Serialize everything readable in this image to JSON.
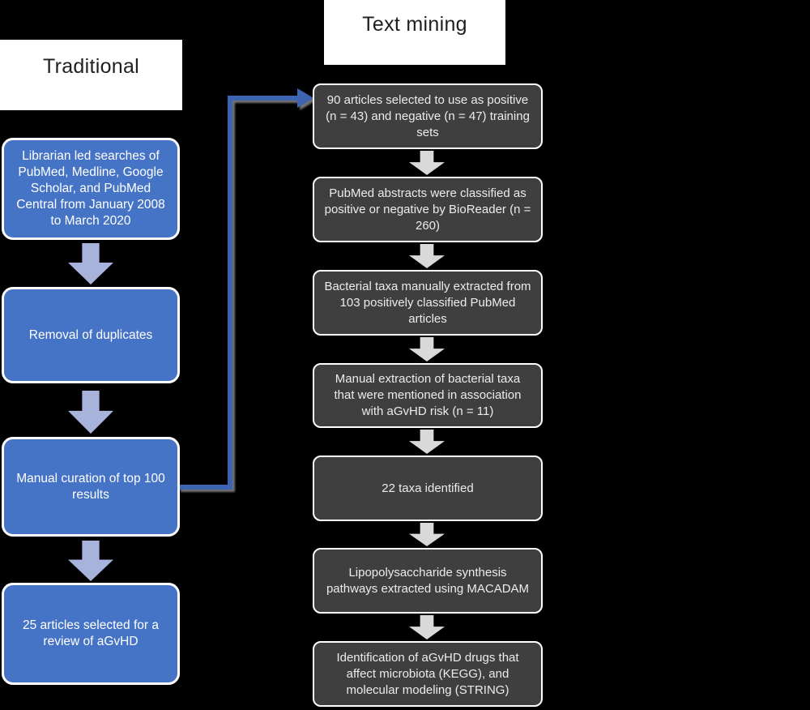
{
  "page": {
    "background_color": "#000000"
  },
  "traditional": {
    "title": "Traditional",
    "box_color": "#4573C5",
    "arrow_color": "#A7B3DB",
    "steps": [
      "Librarian led searches of PubMed, Medline, Google Scholar, and PubMed Central from January 2008 to March 2020",
      "Removal of duplicates",
      "Manual curation of top 100 results",
      "25 articles selected for a review of aGvHD"
    ]
  },
  "text_mining": {
    "title": "Text mining",
    "box_color": "#3F3F3F",
    "arrow_color": "#D9D9D9",
    "steps": [
      "90 articles selected to use as positive (n = 43) and negative (n = 47) training sets",
      "PubMed abstracts were classified as positive or negative by BioReader (n = 260)",
      "Bacterial taxa manually extracted from 103 positively classified PubMed articles",
      "Manual extraction of bacterial taxa that were mentioned in association with aGvHD risk (n = 11)",
      "22 taxa identified",
      "Lipopolysaccharide synthesis pathways extracted using MACADAM",
      "Identification of aGvHD drugs that affect microbiota (KEGG), and molecular modeling (STRING)"
    ]
  },
  "connector": {
    "color": "#3C64B2",
    "shadow_color": "#7D7D7D"
  },
  "icons": {
    "down_arrow": "block-down-arrow",
    "connector_arrowhead": "right-arrowhead"
  }
}
